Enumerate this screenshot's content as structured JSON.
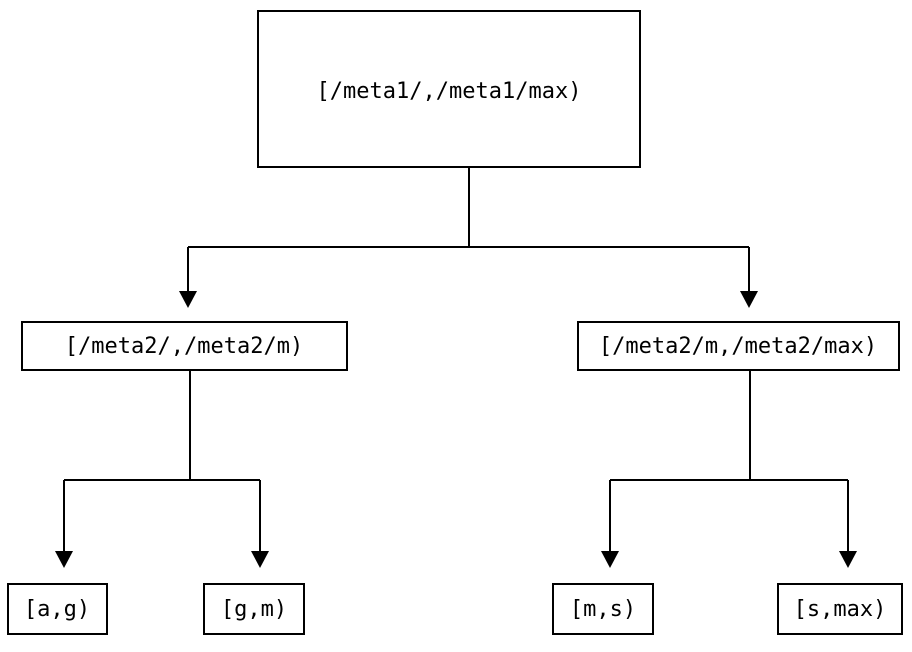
{
  "diagram": {
    "type": "tree",
    "title": "",
    "background_color": "#ffffff",
    "stroke_color": "#000000",
    "text_color": "#000000",
    "levels": 3,
    "nodes": {
      "root": {
        "label": "[/meta1/,/meta1/max)"
      },
      "mid_left": {
        "label": "[/meta2/,/meta2/m)"
      },
      "mid_right": {
        "label": "[/meta2/m,/meta2/max)"
      },
      "leaf_1": {
        "label": "[a,g)"
      },
      "leaf_2": {
        "label": "[g,m)"
      },
      "leaf_3": {
        "label": "[m,s)"
      },
      "leaf_4": {
        "label": "[s,max)"
      }
    },
    "edges": [
      {
        "from": "root",
        "to": "mid_left"
      },
      {
        "from": "root",
        "to": "mid_right"
      },
      {
        "from": "mid_left",
        "to": "leaf_1"
      },
      {
        "from": "mid_left",
        "to": "leaf_2"
      },
      {
        "from": "mid_right",
        "to": "leaf_3"
      },
      {
        "from": "mid_right",
        "to": "leaf_4"
      }
    ]
  }
}
